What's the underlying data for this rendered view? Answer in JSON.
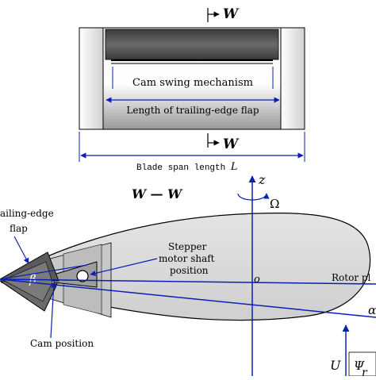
{
  "top_view": {
    "section_marker_top": "W",
    "section_marker_bottom": "W",
    "cam_swing_label": "Cam swing mechanism",
    "flap_length_label": "Length of trailing-edge flap",
    "span_label": "Blade span length",
    "span_symbol": "L"
  },
  "section_view": {
    "section_title": "W — W",
    "z_axis_label": "z",
    "omega_label": "Ω",
    "origin_label": "o",
    "trailing_edge_flap_label": "ailing-edge",
    "flap_label": "flap",
    "beta_label": "β",
    "stepper_label_line1": "Stepper",
    "stepper_label_line2": "motor shaft",
    "stepper_label_line3": "position",
    "rotor_plane_label": "Rotor pl",
    "cam_position_label": "Cam position",
    "alpha_partial": "α",
    "u_label": "U",
    "psi_label": "Ψ",
    "r_label": "r"
  },
  "colors": {
    "outline": "#000000",
    "annotation_blue": "#0a1fb8",
    "airfoil_fill": "#dcdcdc",
    "channel_dark": "#4a4a4a"
  }
}
